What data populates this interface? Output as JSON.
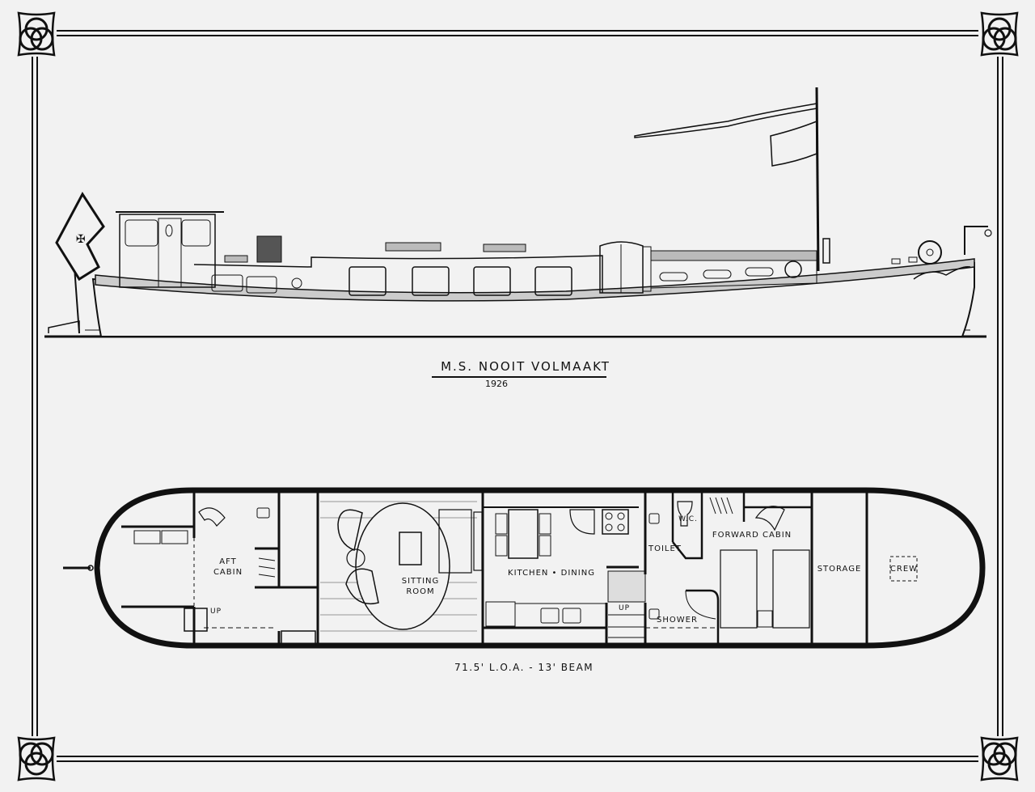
{
  "drawing": {
    "title": "M.S. NOOIT VOLMAAKT",
    "year": "1926",
    "dimensions": "71.5' L.O.A. - 13' BEAM",
    "colors": {
      "paper": "#f2f2f2",
      "ink": "#111111"
    }
  },
  "views": {
    "elevation": {
      "name": "side-elevation"
    },
    "plan": {
      "name": "deck-plan",
      "rooms": [
        {
          "label": "AFT",
          "label2": "CABIN"
        },
        {
          "label": "SITTING",
          "label2": "ROOM"
        },
        {
          "label": "KITCHEN • DINING"
        },
        {
          "label": "TOILET"
        },
        {
          "label": "W.C."
        },
        {
          "label": "SHOWER"
        },
        {
          "label": "FORWARD CABIN"
        },
        {
          "label": "STORAGE"
        },
        {
          "label": "CREW"
        }
      ],
      "stair_labels": {
        "aft": "UP",
        "mid": "UP"
      }
    }
  }
}
